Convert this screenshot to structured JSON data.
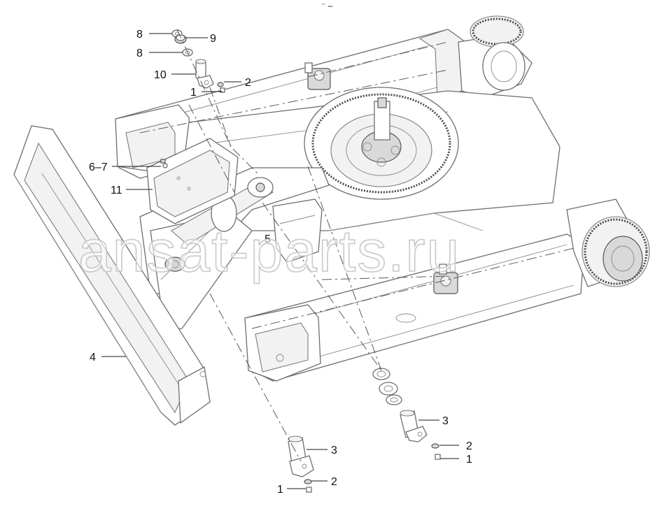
{
  "header_mark": "⁻ ‒",
  "watermark": "ansat-parts.ru",
  "callouts": [
    {
      "id": "c8a",
      "text": "8"
    },
    {
      "id": "c9",
      "text": "9"
    },
    {
      "id": "c8b",
      "text": "8"
    },
    {
      "id": "c10",
      "text": "10"
    },
    {
      "id": "c2a",
      "text": "2"
    },
    {
      "id": "c1a",
      "text": "1"
    },
    {
      "id": "c67",
      "text": "6–7"
    },
    {
      "id": "c11",
      "text": "11"
    },
    {
      "id": "c5",
      "text": "5"
    },
    {
      "id": "c4",
      "text": "4"
    },
    {
      "id": "c3a",
      "text": "3"
    },
    {
      "id": "c2b",
      "text": "2"
    },
    {
      "id": "c1b",
      "text": "1"
    },
    {
      "id": "c3b",
      "text": "3"
    },
    {
      "id": "c1c",
      "text": "1"
    },
    {
      "id": "c2c",
      "text": "2"
    }
  ]
}
